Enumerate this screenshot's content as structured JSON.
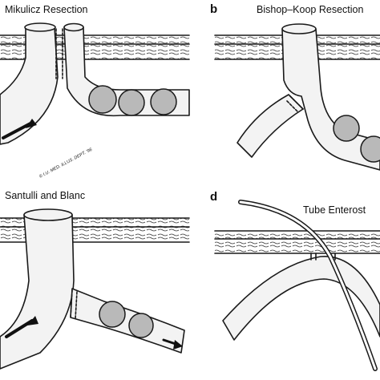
{
  "panels": [
    {
      "letter": "",
      "title": "Mikulicz Resection",
      "credit": "© I.U. MED. ILLUS. DEPT. '96"
    },
    {
      "letter": "b",
      "title": "Bishop–Koop Resection"
    },
    {
      "letter": "",
      "title": "Santulli and Blanc"
    },
    {
      "letter": "d",
      "title": "Tube Enterost"
    }
  ]
}
